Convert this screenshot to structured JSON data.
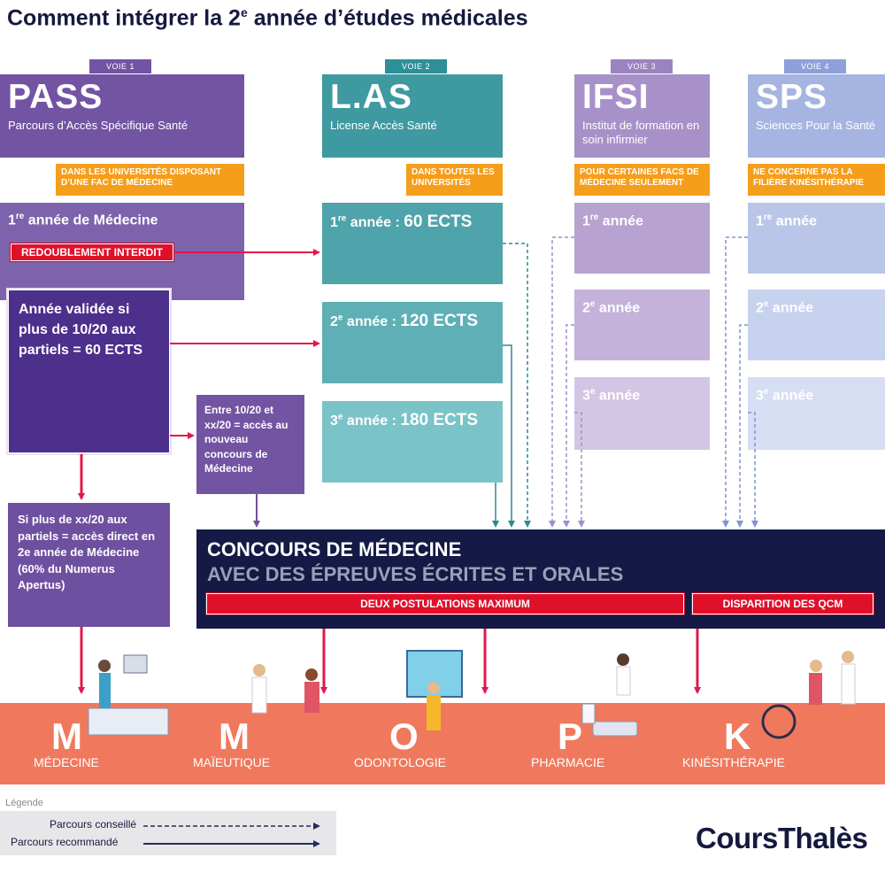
{
  "title": {
    "pre": "Comment intégrer la 2",
    "sup": "e",
    "post": " année d’études médicales"
  },
  "colors": {
    "pass": "#7254a3",
    "pass_dark": "#4d2f8c",
    "las": "#3e9aa0",
    "ifsi": "#b7a2d0",
    "sps": "#b9c6e8",
    "orange": "#f59e1b",
    "red": "#e0102a",
    "navy": "#141a45",
    "band": "#f0795d"
  },
  "voie1": {
    "tag": "VOIE 1",
    "title": "PASS",
    "subtitle": "Parcours d’Accès Spécifique Santé",
    "note": "DANS LES UNIVERSITÉS DISPOSANT D’UNE FAC DE MÉDECINE",
    "year_num": "1",
    "year_sup": "re",
    "year_label": " année de Médecine",
    "red_tag": "REDOUBLEMENT INTERDIT",
    "validated": "Année validée si plus de 10/20 aux partiels = 60 ECTS",
    "between": "Entre 10/20 et xx/20 = accès au nouveau concours de Médecine",
    "direct": "Si plus de xx/20 aux partiels = accès direct en 2e année de Médecine (60% du Numerus Apertus)"
  },
  "voie2": {
    "tag": "VOIE 2",
    "title": "L.AS",
    "subtitle": "License Accès Santé",
    "note": "DANS TOUTES LES UNIVERSITÉS",
    "years": [
      {
        "num": "1",
        "sup": "re",
        "label": " année : ",
        "ects": "60 ECTS"
      },
      {
        "num": "2",
        "sup": "e",
        "label": " année : ",
        "ects": "120 ECTS"
      },
      {
        "num": "3",
        "sup": "e",
        "label": " année : ",
        "ects": "180 ECTS"
      }
    ]
  },
  "voie3": {
    "tag": "VOIE 3",
    "title": "IFSI",
    "subtitle": "Institut de formation en soin infirmier",
    "note": "POUR CERTAINES FACS DE MÉDECINE SEULEMENT",
    "years": [
      {
        "num": "1",
        "sup": "re",
        "label": " année"
      },
      {
        "num": "2",
        "sup": "e",
        "label": " année"
      },
      {
        "num": "3",
        "sup": "e",
        "label": " année"
      }
    ]
  },
  "voie4": {
    "tag": "VOIE 4",
    "title": "SPS",
    "subtitle": "Sciences Pour la Santé",
    "note": "NE CONCERNE PAS LA FILIÈRE KINÉSITHÉRAPIE",
    "years": [
      {
        "num": "1",
        "sup": "re",
        "label": " année"
      },
      {
        "num": "2",
        "sup": "e",
        "label": " année"
      },
      {
        "num": "3",
        "sup": "e",
        "label": " année"
      }
    ]
  },
  "concours": {
    "line1": "CONCOURS DE MÉDECINE",
    "line2": "AVEC DES ÉPREUVES ÉCRITES ET ORALES",
    "tag1": "DEUX POSTULATIONS MAXIMUM",
    "tag2": "DISPARITION DES QCM"
  },
  "professions": [
    {
      "letter": "M",
      "name": "MÉDECINE"
    },
    {
      "letter": "M",
      "name": "MAÏEUTIQUE"
    },
    {
      "letter": "O",
      "name": "ODONTOLOGIE"
    },
    {
      "letter": "P",
      "name": "PHARMACIE"
    },
    {
      "letter": "K",
      "name": "KINÉSITHÉRAPIE"
    }
  ],
  "legend": {
    "title": "Légende",
    "item1": "Parcours conseillé",
    "item2": "Parcours recommandé"
  },
  "brand": "CoursThalès"
}
